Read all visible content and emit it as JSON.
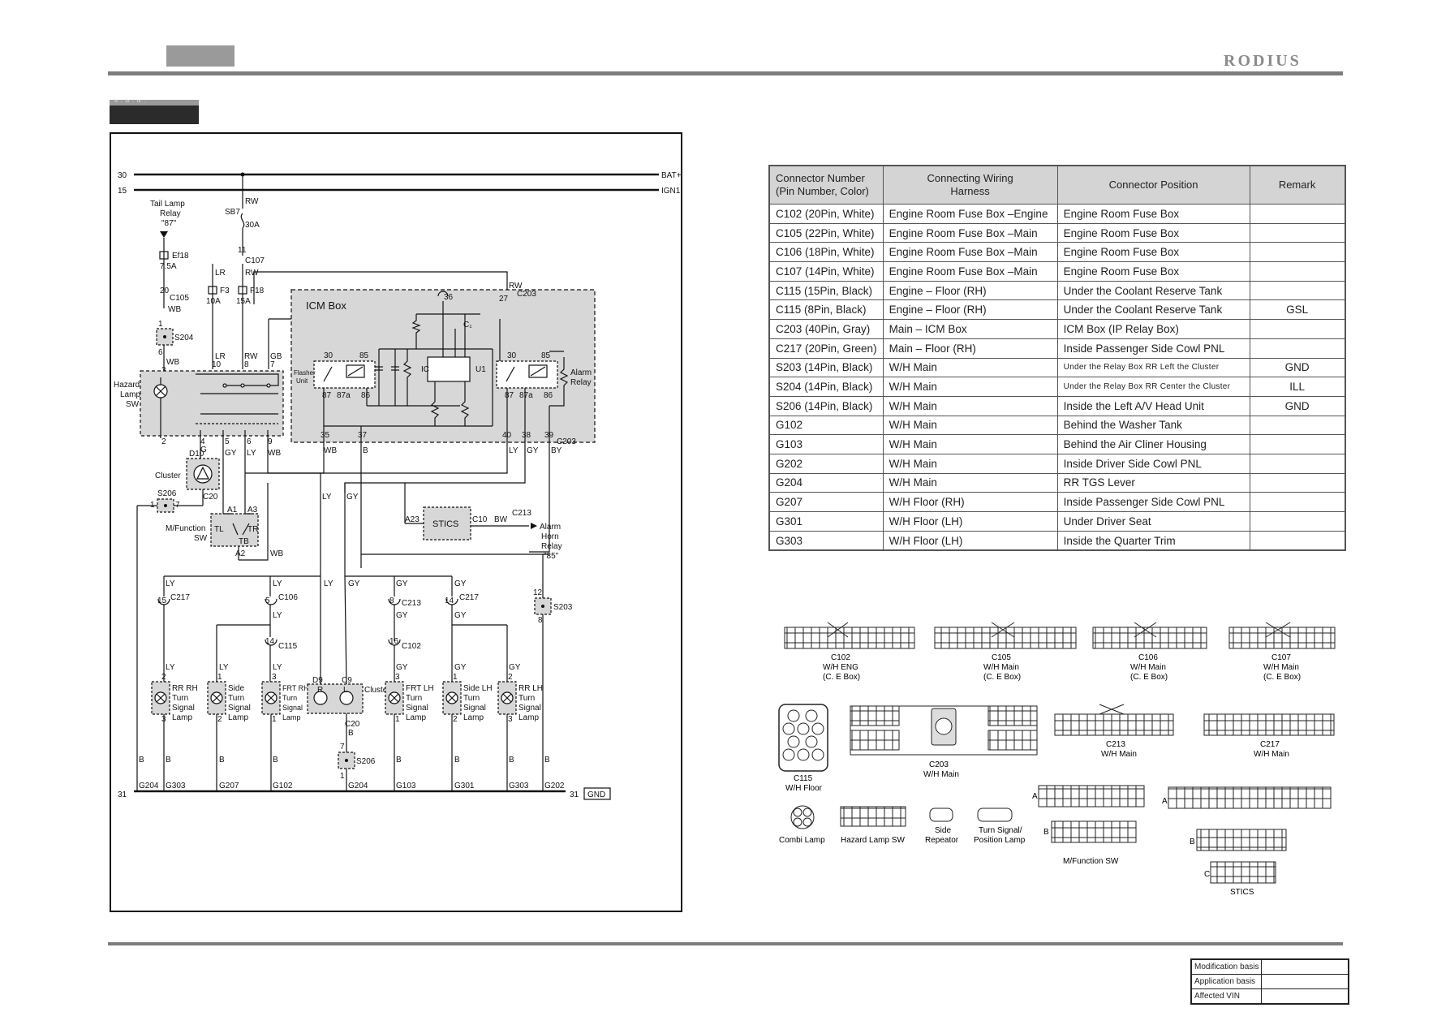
{
  "header": {
    "brand": "RODIUS",
    "section_tag": "S.G.N."
  },
  "schematic": {
    "power_lines": [
      {
        "num": "30",
        "label": "BAT+"
      },
      {
        "num": "15",
        "label": "IGN1"
      }
    ],
    "ground_line": {
      "num_left": "31",
      "num_right": "31",
      "label": "GND"
    },
    "labels": {
      "tail_lamp_relay": [
        "Tail Lamp",
        "Relay",
        "\"87\""
      ],
      "ef18": "Ef18",
      "ef18_amp": "7.5A",
      "sb7": "SB7",
      "sb7_amp": "30A",
      "f3": "F3",
      "f3_amp": "10A",
      "f18": "F18",
      "f18_amp": "15A",
      "icm_box": "ICM Box",
      "hazard_lamp_sw": [
        "Hazard",
        "Lamp",
        "SW"
      ],
      "flasher_unit": [
        "Flasher",
        "Unit"
      ],
      "alarm_relay": [
        "Alarm",
        "Relay"
      ],
      "ic": "IC",
      "u1": "U1",
      "c1": "C₁",
      "cluster": "Cluster",
      "mfunction_sw": [
        "M/Function",
        "SW"
      ],
      "stics": "STICS",
      "alarm_horn_relay": [
        "Alarm",
        "Horn",
        "Relay",
        "\"85\""
      ],
      "cluster_small": "Cluster"
    },
    "connectors": [
      "C105",
      "C107",
      "C203",
      "S204",
      "S206",
      "D10",
      "C20",
      "C213",
      "C217",
      "C106",
      "C115",
      "C102",
      "S203",
      "C10",
      "A23",
      "A1",
      "A3",
      "A2",
      "TL",
      "TR",
      "TB",
      "D9",
      "C9"
    ],
    "wire_colors": [
      "RW",
      "LR",
      "WB",
      "GB",
      "G",
      "GY",
      "LY",
      "B",
      "BW",
      "BY"
    ],
    "lamps": [
      {
        "name": [
          "RR RH",
          "Turn",
          "Signal",
          "Lamp"
        ]
      },
      {
        "name": [
          "Side",
          "Turn",
          "Signal",
          "Lamp"
        ]
      },
      {
        "name": [
          "FRT RH",
          "Turn",
          "Signal",
          "Lamp"
        ]
      },
      {
        "name": [
          "FRT LH",
          "Turn",
          "Signal",
          "Lamp"
        ]
      },
      {
        "name": [
          "Side LH",
          "Turn",
          "Signal",
          "Lamp"
        ]
      },
      {
        "name": [
          "RR LH",
          "Turn",
          "Signal",
          "Lamp"
        ]
      }
    ],
    "grounds": [
      "G204",
      "G303",
      "G207",
      "G102",
      "G204",
      "G103",
      "G301",
      "G303",
      "G202"
    ]
  },
  "connector_table": {
    "headers": [
      "Connector Number\n(Pin Number, Color)",
      "Connecting Wiring\nHarness",
      "Connector Position",
      "Remark"
    ],
    "rows": [
      [
        "C102 (20Pin, White)",
        "Engine Room Fuse Box –Engine",
        "Engine Room Fuse Box",
        ""
      ],
      [
        "C105 (22Pin, White)",
        "Engine Room Fuse Box –Main",
        "Engine Room Fuse Box",
        ""
      ],
      [
        "C106 (18Pin, White)",
        "Engine Room Fuse Box –Main",
        "Engine Room Fuse Box",
        ""
      ],
      [
        "C107 (14Pin, White)",
        "Engine Room Fuse Box –Main",
        "Engine Room Fuse Box",
        ""
      ],
      [
        "C115 (15Pin, Black)",
        "Engine – Floor (RH)",
        "Under the Coolant Reserve Tank",
        ""
      ],
      [
        "C115 (8Pin, Black)",
        "Engine – Floor (RH)",
        "Under the Coolant Reserve Tank",
        "GSL"
      ],
      [
        "C203 (40Pin, Gray)",
        "Main – ICM Box",
        "ICM Box (IP Relay Box)",
        ""
      ],
      [
        "C217 (20Pin, Green)",
        "Main – Floor (RH)",
        "Inside Passenger Side Cowl PNL",
        ""
      ],
      [
        "S203 (14Pin, Black)",
        "W/H Main",
        "Under the Relay Box RR Left the Cluster",
        "GND"
      ],
      [
        "S204 (14Pin, Black)",
        "W/H Main",
        "Under the Relay Box RR Center the Cluster",
        "ILL"
      ],
      [
        "S206 (14Pin, Black)",
        "W/H Main",
        "Inside the Left A/V Head Unit",
        "GND"
      ],
      [
        "G102",
        "W/H Main",
        "Behind the Washer Tank",
        ""
      ],
      [
        "G103",
        "W/H Main",
        "Behind the Air Cliner Housing",
        ""
      ],
      [
        "G202",
        "W/H Main",
        "Inside Driver Side Cowl PNL",
        ""
      ],
      [
        "G204",
        "W/H Main",
        "RR TGS Lever",
        ""
      ],
      [
        "G207",
        "W/H Floor (RH)",
        "Inside Passenger Side Cowl PNL",
        ""
      ],
      [
        "G301",
        "W/H Floor (LH)",
        "Under Driver Seat",
        ""
      ],
      [
        "G303",
        "W/H Floor (LH)",
        "Inside the Quarter Trim",
        ""
      ]
    ]
  },
  "connector_views": {
    "c102": [
      "C102",
      "W/H ENG",
      "(C. E Box)"
    ],
    "c105": [
      "C105",
      "W/H Main",
      "(C. E Box)"
    ],
    "c106": [
      "C106",
      "W/H Main",
      "(C. E Box)"
    ],
    "c107": [
      "C107",
      "W/H Main",
      "(C. E Box)"
    ],
    "c115": [
      "C115",
      "W/H Floor"
    ],
    "c203": [
      "C203",
      "W/H Main"
    ],
    "c213": [
      "C213",
      "W/H Main"
    ],
    "c217": [
      "C217",
      "W/H Main"
    ],
    "combi": "Combi Lamp",
    "hazard": "Hazard Lamp SW",
    "side_rep": [
      "Side",
      "Repeator"
    ],
    "turn_pos": [
      "Turn Signal/",
      "Position Lamp"
    ],
    "mfunc": "M/Function SW",
    "stics": "STICS"
  },
  "revision_table": {
    "rows": [
      "Modification basis",
      "Application basis",
      "Affected VIN"
    ]
  }
}
